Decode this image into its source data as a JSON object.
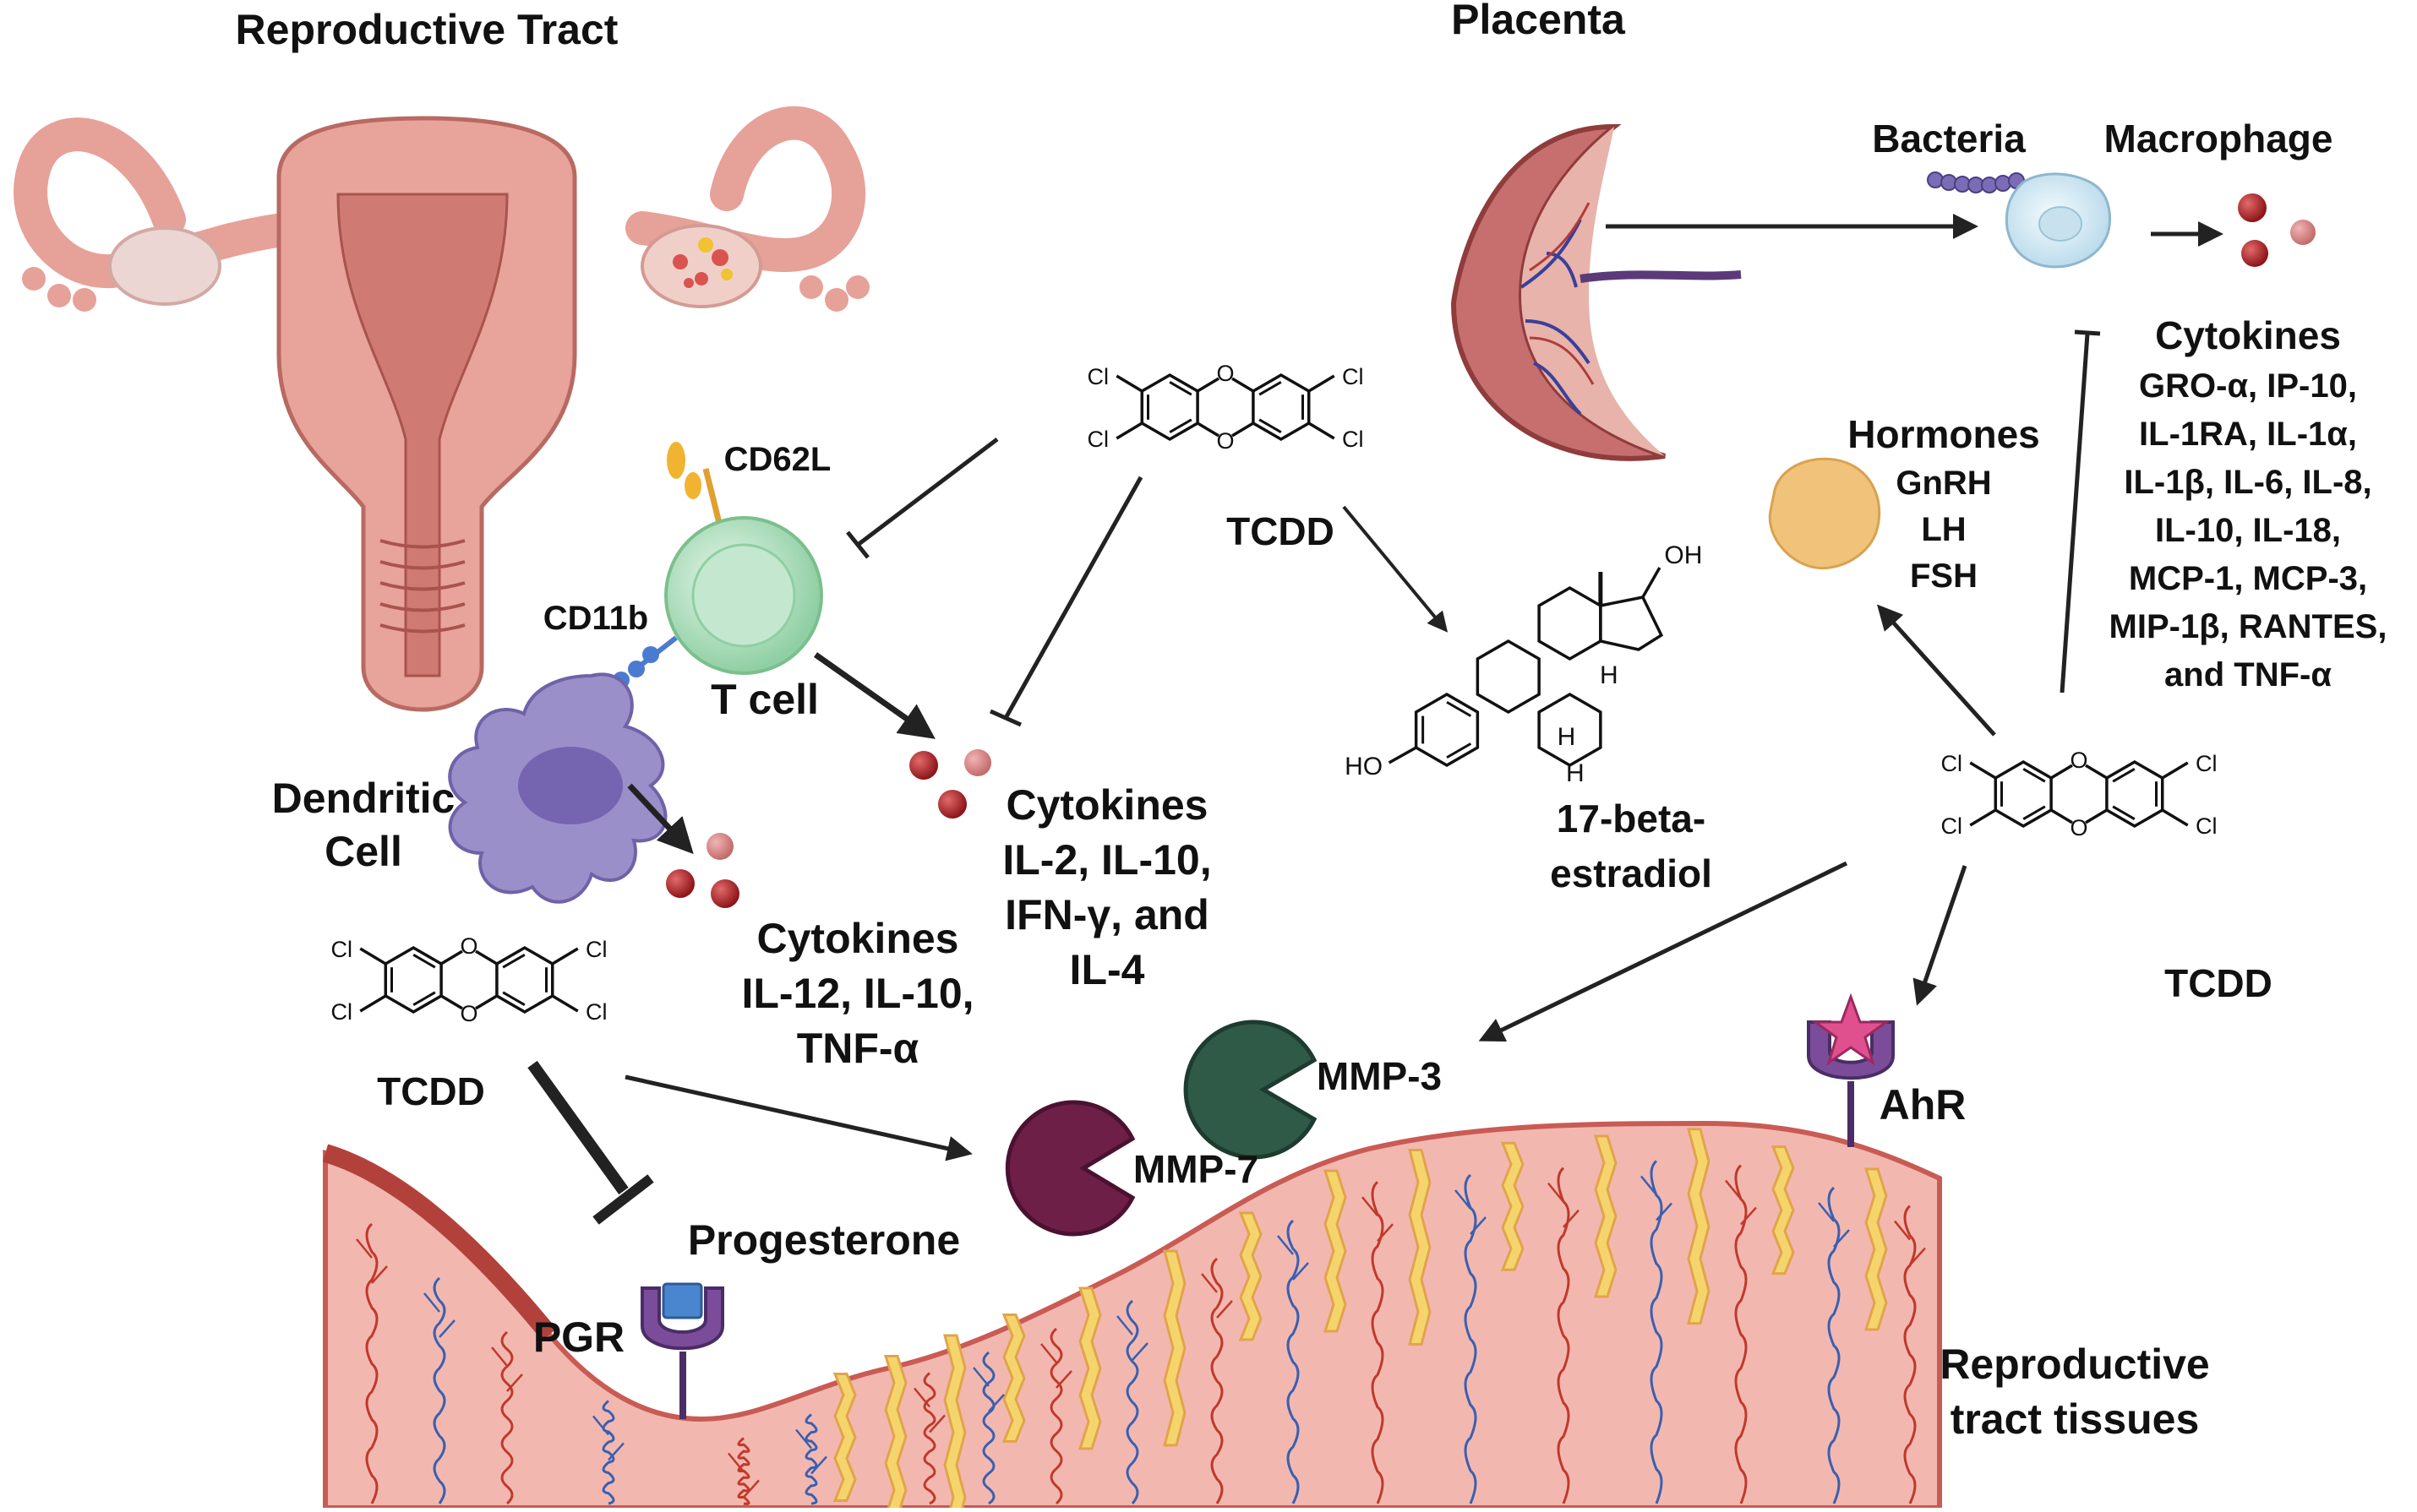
{
  "titles": {
    "reproductive_tract": "Reproductive Tract",
    "placenta": "Placenta"
  },
  "labels": {
    "bacteria": "Bacteria",
    "macrophage": "Macrophage",
    "cd62l": "CD62L",
    "cd11b": "CD11b",
    "t_cell": "T cell",
    "dendritic_cell": [
      "Dendritic",
      "Cell"
    ],
    "hormones_title": "Hormones",
    "hormones": [
      "GnRH",
      "LH",
      "FSH"
    ],
    "estradiol": [
      "17-beta-",
      "estradiol"
    ],
    "mmp3": "MMP-3",
    "mmp7": "MMP-7",
    "ahr": "AhR",
    "progesterone": "Progesterone",
    "pgr": "PGR",
    "tissues": [
      "Reproductive",
      "tract tissues"
    ]
  },
  "tcdd": {
    "name": "TCDD",
    "cl": "Cl",
    "o": "O",
    "oh": "OH",
    "ho": "HO",
    "h": "H"
  },
  "cytokine_groups": {
    "macrophage": {
      "title": "Cytokines",
      "lines": [
        "GRO-α, IP-10,",
        "IL-1RA, IL-1α,",
        "IL-1β, IL-6, IL-8,",
        "IL-10, IL-18,",
        "MCP-1, MCP-3,",
        "MIP-1β, RANTES,",
        "and TNF-α"
      ]
    },
    "t_cell": {
      "title": "Cytokines",
      "lines": [
        "IL-2, IL-10,",
        "IFN-γ, and",
        "IL-4"
      ]
    },
    "dendritic": {
      "title": "Cytokines",
      "lines": [
        "IL-12, IL-10,",
        "TNF-α"
      ]
    }
  },
  "colors": {
    "uterus_outer": "#e8a39a",
    "uterus_inner": "#cf7b73",
    "tissue_fill": "#f2b8b0",
    "tissue_edge": "#c95b55",
    "gland_yellow": "#f5d56b",
    "vessel_red": "#c0392b",
    "vessel_blue": "#3a5fb0",
    "mmp3": "#2f5a48",
    "mmp7": "#6e1f47",
    "cytokine": "#b3232a",
    "t_cell": "#a9dcb8",
    "dendritic": "#9b8fc9",
    "macrophage": "#d6e9f2",
    "hormone": "#f0c27a",
    "receptor": "#7b4c9a",
    "ahr_star": "#e0508f"
  }
}
